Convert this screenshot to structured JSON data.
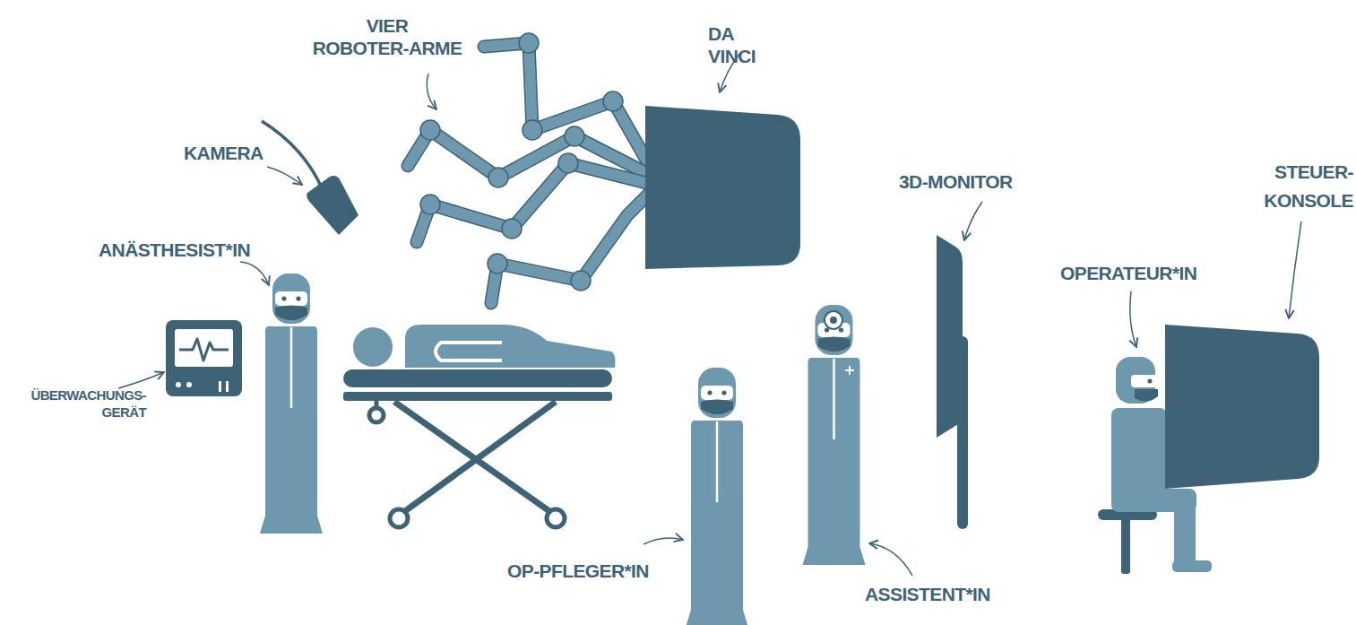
{
  "diagram": {
    "labels": [
      "VIER ROBOTER-ARME",
      "DA VINCI",
      "KAMERA",
      "ANÄSTHESIST*IN",
      "ÜBERWACHUNGS- GERÄT",
      "3D-MONITOR",
      "STEUER- KONSOLE",
      "OPERATEUR*IN",
      "OP-PFLEGER*IN",
      "ASSISTENT*IN"
    ]
  }
}
